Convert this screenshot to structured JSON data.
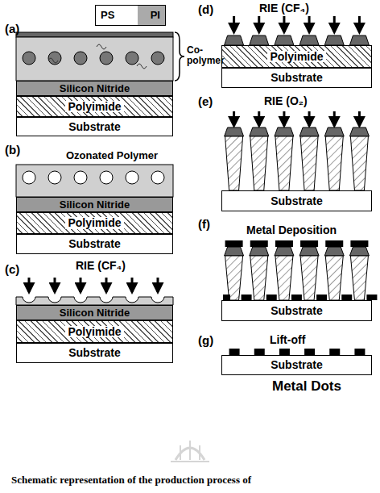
{
  "diagram": {
    "caption": "Schematic representation of the production process of",
    "nodes": [
      {
        "text": [
          "PS",
          "PI"
        ]
      },
      {
        "text": [
          "Silicon Nitride"
        ]
      },
      {
        "text": [
          "Polyimide"
        ]
      },
      {
        "text": [
          "Substrate"
        ]
      },
      {
        "text": [
          "Silicon Nitride"
        ]
      },
      {
        "text": [
          "Polyimide"
        ]
      },
      {
        "text": [
          "Substrate"
        ]
      },
      {
        "text": [
          "Silicon Nitride"
        ]
      },
      {
        "text": [
          "Polyimide"
        ]
      },
      {
        "text": [
          "Substrate"
        ]
      },
      {
        "text": [
          "Polyimide"
        ]
      },
      {
        "text": [
          "Substrate"
        ]
      },
      {
        "text": [
          "Substrate"
        ]
      },
      {
        "text": [
          "Substrate"
        ]
      },
      {
        "text": [
          "Substrate"
        ]
      }
    ],
    "edges": [],
    "labels": [
      "(a)",
      "Co-polymer",
      "(b)",
      "Ozonated Polymer",
      "(c)",
      "RIE (CF₄)",
      "(d)",
      "RIE (CF₄)",
      "(e)",
      "RIE (O₂)",
      "(f)",
      "Metal Deposition",
      "(g)",
      "Lift-off",
      "Metal Dots"
    ]
  }
}
